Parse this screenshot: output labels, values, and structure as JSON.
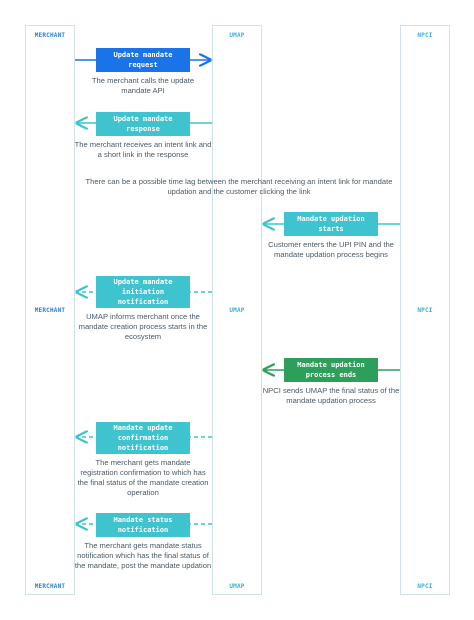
{
  "lanes": {
    "merchant": "MERCHANT",
    "umap": "UMAP",
    "npci": "NPCI"
  },
  "steps": [
    {
      "label": "Update mandate request",
      "desc": "The merchant calls the update mandate API",
      "color": "#1a73e8"
    },
    {
      "label": "Update mandate response",
      "desc": "The merchant receives an intent link and a short link in the response",
      "color": "#3fc4cf"
    },
    {
      "label": "Mandate updation starts",
      "desc": "Customer enters the UPI PIN and the mandate updation process begins",
      "color": "#3fc4cf"
    },
    {
      "label": "Update mandate initiation notification",
      "desc": "UMAP informs merchant once the mandate creation process starts in the ecosystem",
      "color": "#3fc4cf"
    },
    {
      "label": "Mandate updation process ends",
      "desc": "NPCI sends UMAP the final status of the mandate updation process",
      "color": "#2e9e5b"
    },
    {
      "label": "Mandate update confirmation notification",
      "desc": "The merchant gets mandate registration confirmation to which has the final status of the mandate creation operation",
      "color": "#3fc4cf"
    },
    {
      "label": "Mandate status notification",
      "desc": "The merchant gets mandate status notification which has the final status of the mandate, post the mandate updation",
      "color": "#3fc4cf"
    }
  ],
  "note": "There can be a possible time lag between the merchant receiving an intent link for mandate updation and the customer clicking the link",
  "colors": {
    "primary": "#1a73e8",
    "teal": "#3fc4cf",
    "green": "#2e9e5b",
    "lane_border": "#cfe3ef"
  }
}
